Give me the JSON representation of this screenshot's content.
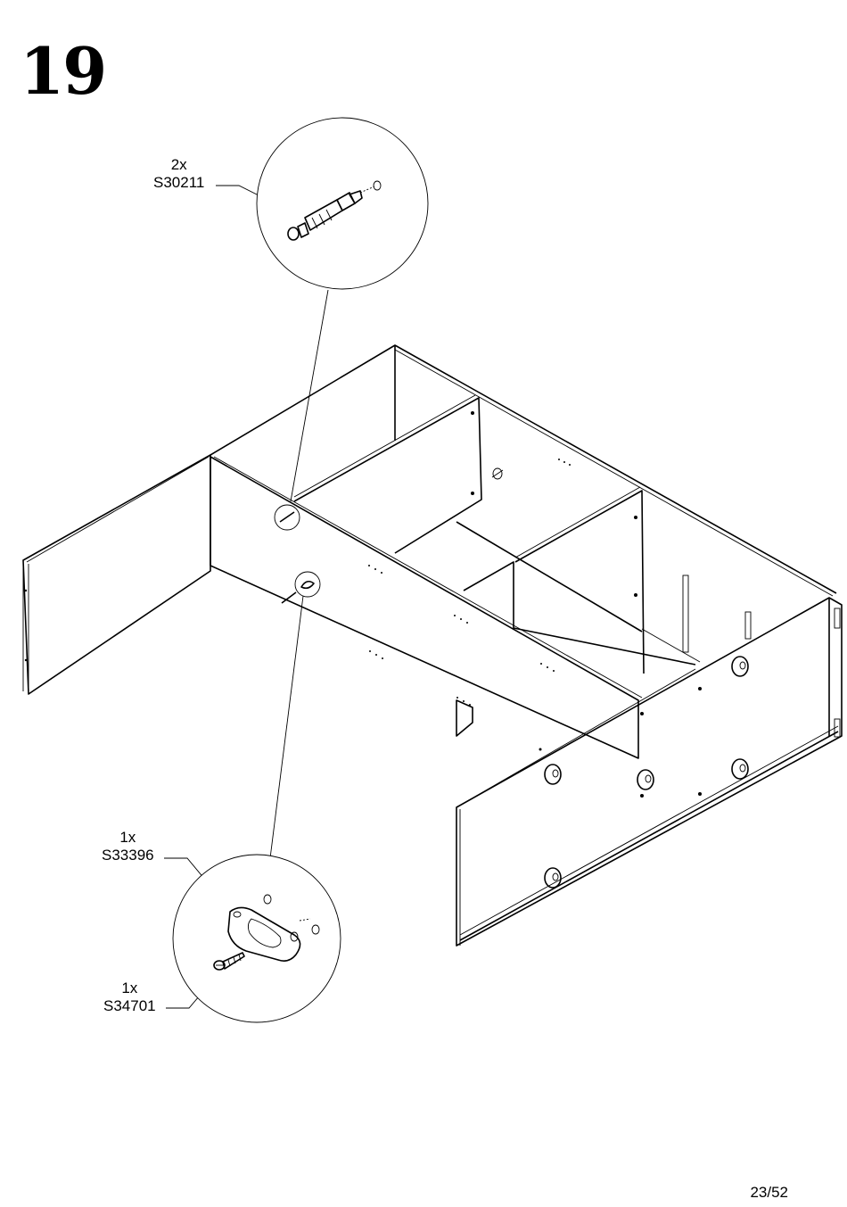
{
  "step": {
    "number": "19"
  },
  "callouts": [
    {
      "qty": "2x",
      "code": "S30211"
    },
    {
      "qty": "1x",
      "code": "S33396"
    },
    {
      "qty": "1x",
      "code": "S34701"
    }
  ],
  "footer": {
    "page": "23/52"
  }
}
